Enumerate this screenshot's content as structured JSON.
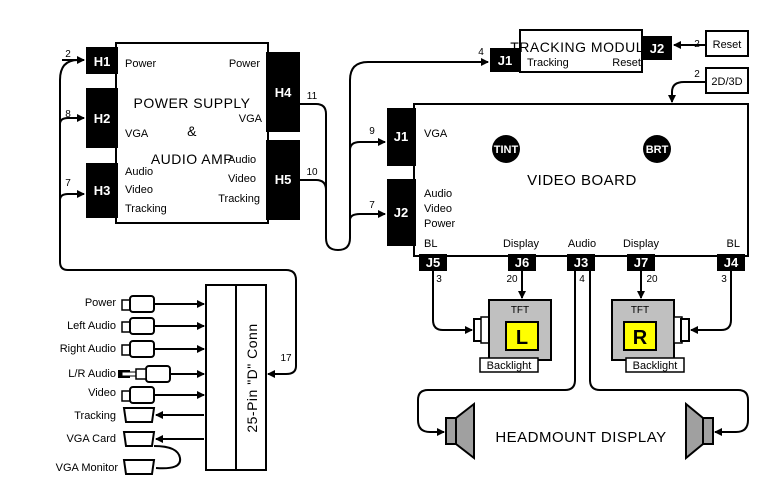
{
  "power_supply": {
    "title1": "POWER SUPPLY",
    "title2": "&",
    "title3": "AUDIO AMP",
    "power_left": "Power",
    "power_right": "Power",
    "vga_left": "VGA",
    "vga_right": "VGA",
    "audio_left": "Audio",
    "video_left": "Video",
    "tracking_left": "Tracking",
    "audio_right": "Audio",
    "video_right": "Video",
    "tracking_right": "Tracking"
  },
  "connectors": {
    "h1": "H1",
    "h2": "H2",
    "h3": "H3",
    "h4": "H4",
    "h5": "H5",
    "j1": "J1",
    "j2": "J2",
    "j3": "J3",
    "j4": "J4",
    "j5": "J5",
    "j6": "J6",
    "j7": "J7",
    "tm_j1": "J1",
    "tm_j2": "J2"
  },
  "wire_counts": {
    "h1": "2",
    "h2": "8",
    "h3": "7",
    "h4": "11",
    "h5": "10",
    "vb_j1": "9",
    "vb_j2": "7",
    "tm_j1": "4",
    "tm_j2": "2",
    "mode": "2",
    "j5": "3",
    "j6": "20",
    "j3": "4",
    "j7": "20",
    "j4": "3",
    "d_conn": "17"
  },
  "tracking_module": {
    "title": "TRACKING MODULE",
    "tracking": "Tracking",
    "reset": "Reset"
  },
  "reset_box": "Reset",
  "mode_box": "2D/3D",
  "video_board": {
    "title": "VIDEO BOARD",
    "tint": "TINT",
    "brt": "BRT",
    "vga": "VGA",
    "audio": "Audio",
    "video": "Video",
    "power": "Power",
    "bl_left": "BL",
    "display_left": "Display",
    "audio_bottom": "Audio",
    "display_right": "Display",
    "bl_right": "BL"
  },
  "tft_left": {
    "label": "TFT",
    "letter": "L",
    "backlight": "Backlight"
  },
  "tft_right": {
    "label": "TFT",
    "letter": "R",
    "backlight": "Backlight"
  },
  "d_connector": {
    "label": "25-Pin \"D\" Conn"
  },
  "external": {
    "power": "Power",
    "left_audio": "Left Audio",
    "right_audio": "Right Audio",
    "lr_audio": "L/R Audio",
    "video": "Video",
    "tracking": "Tracking",
    "vga_card": "VGA Card",
    "vga_monitor": "VGA Monitor"
  },
  "headmount": {
    "label": "HEADMOUNT DISPLAY"
  },
  "colors": {
    "lcd_yellow": "#ffff00",
    "tft_gray": "#c0c0c0",
    "speaker_gray": "#a0a0a0"
  }
}
